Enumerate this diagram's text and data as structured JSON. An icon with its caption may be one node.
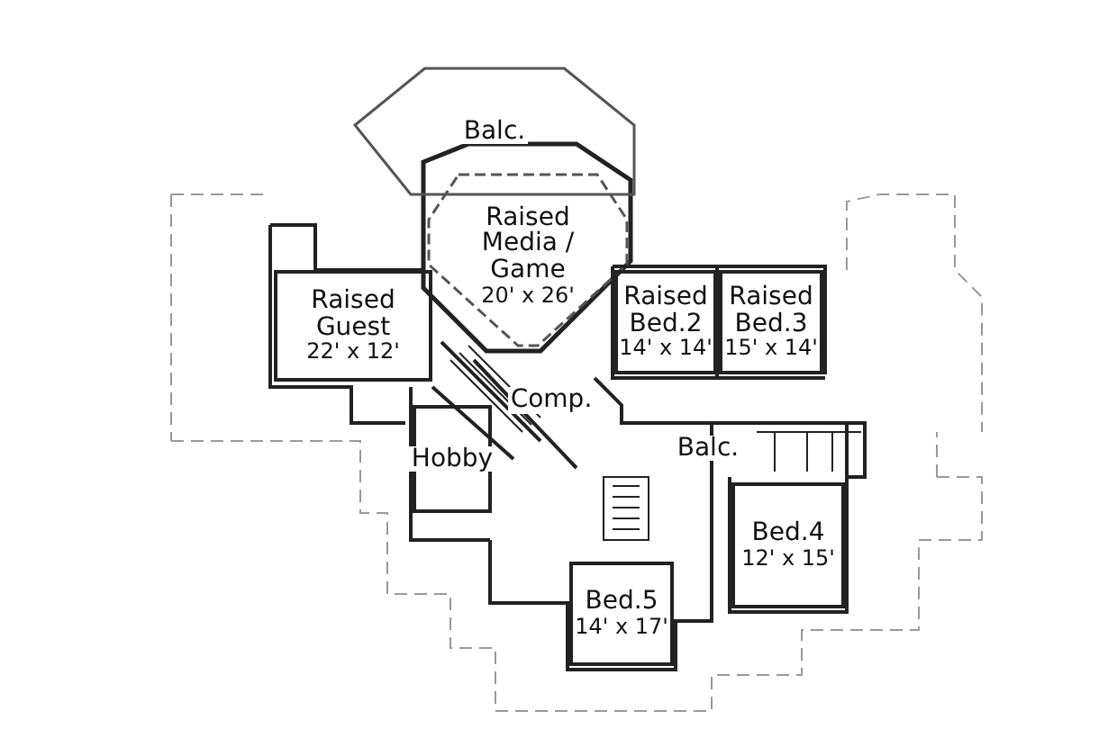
{
  "diagram": {
    "nodes": [
      {
        "text": [
          "Balc."
        ]
      },
      {
        "text": [
          "Raised Media / Game",
          "20' x 26'"
        ]
      },
      {
        "text": [
          "Raised Guest",
          "22' x 12'"
        ]
      },
      {
        "text": [
          "Raised Bed.2",
          "14' x 14'"
        ]
      },
      {
        "text": [
          "Raised Bed.3",
          "15' x 14'"
        ]
      },
      {
        "text": [
          "Comp."
        ]
      },
      {
        "text": [
          "Hobby"
        ]
      },
      {
        "text": [
          "Balc."
        ]
      },
      {
        "text": [
          "Bed.4",
          "12' x 15'"
        ]
      },
      {
        "text": [
          "Bed.5",
          "14' x 17'"
        ]
      }
    ]
  }
}
